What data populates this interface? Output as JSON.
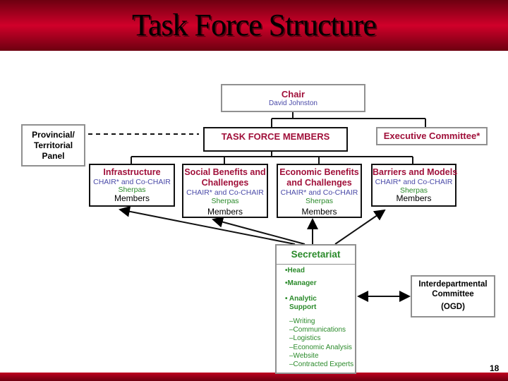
{
  "title": "Task Force Structure",
  "chair": {
    "label": "Chair",
    "name": "David Johnston"
  },
  "task_force": "TASK FORCE MEMBERS",
  "executive": "Executive Committee*",
  "provincial": "Provincial/ Territorial Panel",
  "groups": [
    {
      "title": "Infrastructure",
      "chairs": "CHAIR* and Co-CHAIR",
      "sherpas": "Sherpas",
      "members": "Members"
    },
    {
      "title": "Social Benefits and Challenges",
      "chairs": "CHAIR* and Co-CHAIR",
      "sherpas": "Sherpas",
      "members": "Members"
    },
    {
      "title": "Economic Benefits and Challenges",
      "chairs": "CHAIR* and Co-CHAIR",
      "sherpas": "Sherpas",
      "members": "Members"
    },
    {
      "title": "Barriers and Models",
      "chairs": "CHAIR* and Co-CHAIR",
      "sherpas": "Sherpas",
      "members": "Members"
    }
  ],
  "secretariat": {
    "title": "Secretariat",
    "head": "•Head",
    "manager": "•Manager",
    "analytic": "• Analytic",
    "support": "Support",
    "sub": [
      "–Writing",
      "–Communications",
      "–Logistics",
      "–Economic Analysis",
      "–Website",
      "–Contracted Experts"
    ]
  },
  "interdept": {
    "title": "Interdepartmental Committee",
    "abbr": "(OGD)"
  },
  "page_number": "18",
  "colors": {
    "header": "#d0002a",
    "title_red": "#a0103a",
    "blue": "#4a4aa8",
    "green": "#2a8a2a"
  }
}
